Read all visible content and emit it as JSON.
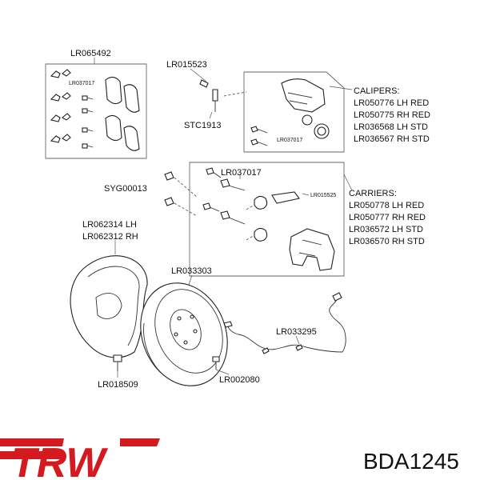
{
  "diagram": {
    "labels": {
      "lr065492": "LR065492",
      "lr037017_small_a": "LR037017",
      "lr015523": "LR015523",
      "stc1913": "STC1913",
      "lr037017_small_b": "LR037017",
      "calipers_title": "CALIPERS:",
      "calipers_1": "LR050776 LH RED",
      "calipers_2": "LR050775 RH RED",
      "calipers_3": "LR036568 LH STD",
      "calipers_4": "LR036567 RH STD",
      "syg00013": "SYG00013",
      "lr037017": "LR037017",
      "lr015525_small": "LR015525",
      "carriers_title": "CARRIERS:",
      "carriers_1": "LR050778 LH RED",
      "carriers_2": "LR050777 RH RED",
      "carriers_3": "LR036572 LH STD",
      "carriers_4": "LR036570 RH STD",
      "lr062314": "LR062314 LH",
      "lr062312": "LR062312 RH",
      "lr033303": "LR033303",
      "lr033295": "LR033295",
      "lr018509": "LR018509",
      "lr002080": "LR002080"
    }
  },
  "footer": {
    "brand": "TRW",
    "part_number": "BDA1245"
  },
  "colors": {
    "brand_red": "#d41a1f"
  }
}
